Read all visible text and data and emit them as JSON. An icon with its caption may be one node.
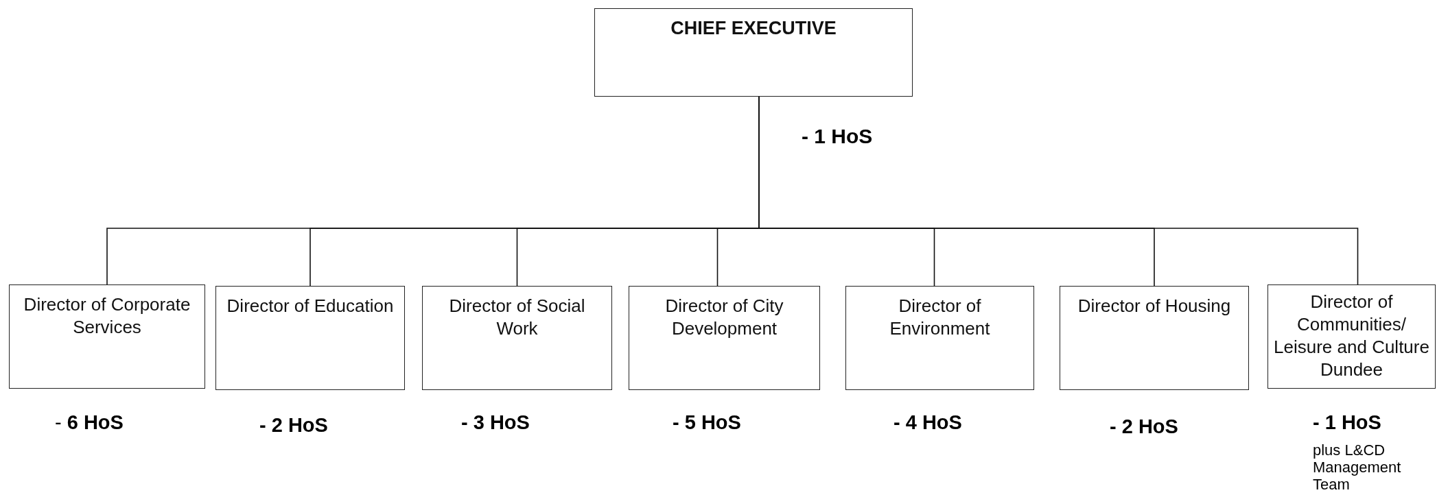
{
  "diagram": {
    "nodes": [
      {
        "text": [
          "CHIEF EXECUTIVE"
        ],
        "beside": [
          "- 1 HoS"
        ]
      },
      {
        "text": [
          "Director of Corporate Services"
        ],
        "beside": [
          "- **6 HoS**"
        ]
      },
      {
        "text": [
          "Director of Education"
        ],
        "beside": [
          "- 2 HoS"
        ]
      },
      {
        "text": [
          "Director of Social Work"
        ],
        "beside": [
          "- 3 HoS"
        ]
      },
      {
        "text": [
          "Director of City Development"
        ],
        "beside": [
          "- 5 HoS"
        ]
      },
      {
        "text": [
          "Director of Environment"
        ],
        "beside": [
          "- 4 HoS"
        ]
      },
      {
        "text": [
          "Director of Housing"
        ],
        "beside": [
          "- 2 HoS"
        ]
      },
      {
        "text": [
          "Director of Communities/ Leisure and Culture Dundee"
        ],
        "beside": [
          "- 1 HoS",
          "plus L&CD Management Team"
        ]
      }
    ],
    "edges": [
      {
        "from": 0,
        "to": 1,
        "arrow": "none"
      },
      {
        "from": 0,
        "to": 2,
        "arrow": "none"
      },
      {
        "from": 0,
        "to": 3,
        "arrow": "none"
      },
      {
        "from": 0,
        "to": 4,
        "arrow": "none"
      },
      {
        "from": 0,
        "to": 5,
        "arrow": "none"
      },
      {
        "from": 0,
        "to": 6,
        "arrow": "none"
      },
      {
        "from": 0,
        "to": 7,
        "arrow": "none"
      }
    ]
  }
}
